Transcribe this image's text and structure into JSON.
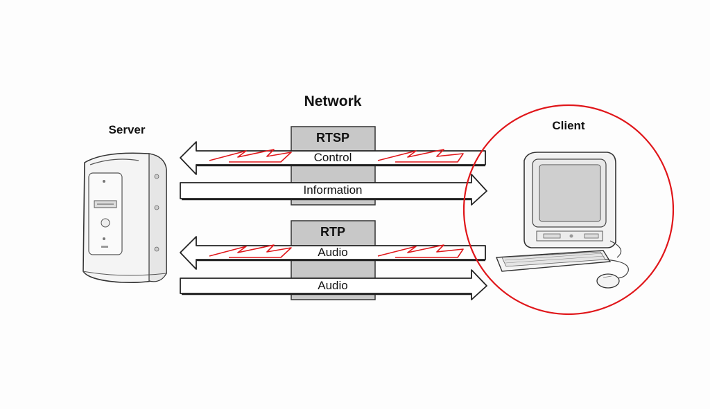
{
  "network": {
    "title": "Network",
    "rtsp": {
      "label": "RTSP"
    },
    "rtp": {
      "label": "RTP"
    }
  },
  "server": {
    "label": "Server"
  },
  "client": {
    "label": "Client"
  },
  "flows": {
    "control": "Control",
    "information": "Information",
    "audio_in": "Audio",
    "audio_out": "Audio"
  },
  "colors": {
    "highlight": "#e0161a",
    "box_fill": "#c8c8c8",
    "outline": "#222222",
    "screen": "#cfcfcf"
  }
}
